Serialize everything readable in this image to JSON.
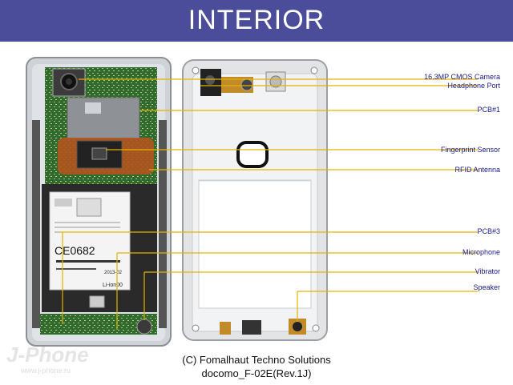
{
  "header": {
    "title": "INTERIOR"
  },
  "callouts": [
    "16.3MP CMOS Camera",
    "Headphone Port",
    "PCB#1",
    "Fingerprint Sensor",
    "RFID Antenna",
    "PCB#3",
    "Microphone",
    "Vibrator",
    "Speaker"
  ],
  "battery": {
    "ce_mark": "CE0682",
    "li_ion": "Li-ion00",
    "date": "2013-02"
  },
  "caption": {
    "line1": "(C) Fomalhaut Techno Solutions",
    "line2": "docomo_F-02E(Rev.1J)"
  },
  "watermark": {
    "brand": "J-Phone",
    "url": "www.j-phone.ru"
  },
  "colors": {
    "header_bg": "#4b4d9a",
    "callout_line": "#e3b300",
    "callout_text": "#1a1a8a"
  }
}
